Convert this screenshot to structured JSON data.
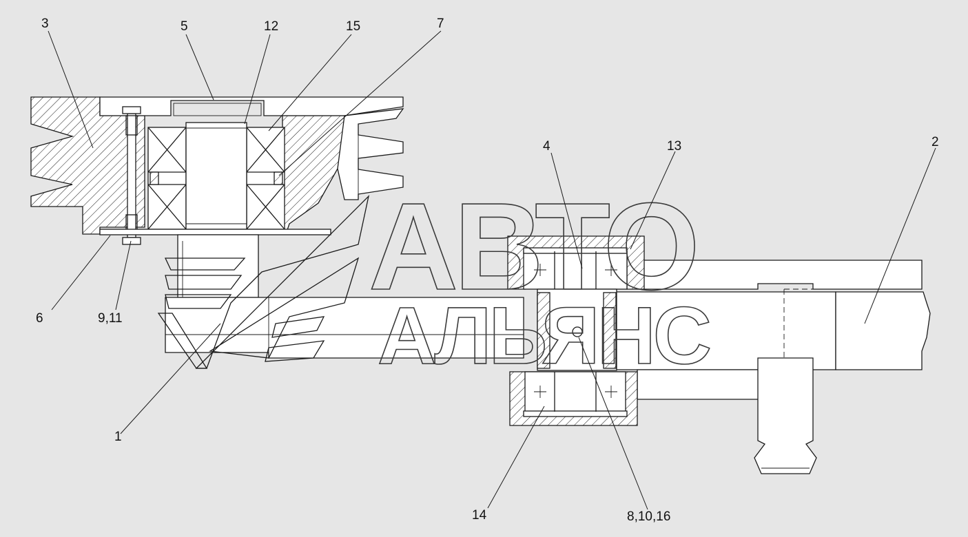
{
  "watermark": {
    "line1": "АВТО",
    "line2": "АЛЬЯНС"
  },
  "callouts": {
    "c1": "1",
    "c2": "2",
    "c3": "3",
    "c4": "4",
    "c5": "5",
    "c6": "6",
    "c7": "7",
    "c9_11": "9,11",
    "c12": "12",
    "c13": "13",
    "c14": "14",
    "c15": "15",
    "c8_10_16": "8,10,16"
  }
}
